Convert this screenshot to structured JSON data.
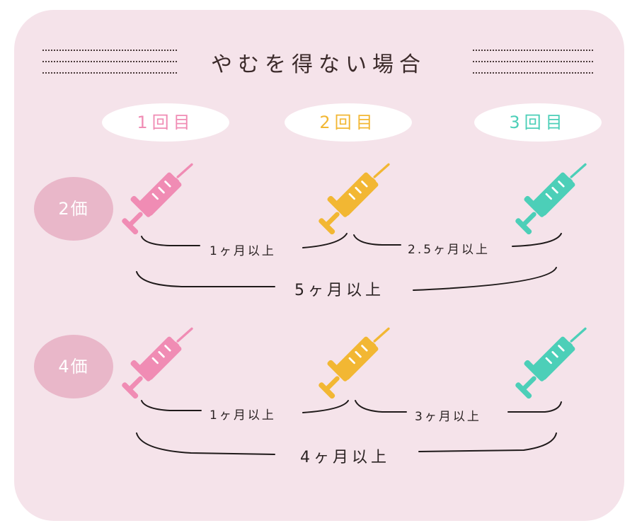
{
  "title": "やむを得ない場合",
  "doses": [
    "1回目",
    "2回目",
    "3回目"
  ],
  "rows": [
    {
      "badge": "2価",
      "gap1": "1ヶ月以上",
      "gap2": "2.5ヶ月以上",
      "total": "5ヶ月以上"
    },
    {
      "badge": "4価",
      "gap1": "1ヶ月以上",
      "gap2": "3ヶ月以上",
      "total": "4ヶ月以上"
    }
  ],
  "colors": {
    "dose1": "#f08cb4",
    "dose2": "#f2b733",
    "dose3": "#4ccfb8",
    "badge": "#e9b7c9",
    "background": "#f5e3ea"
  },
  "icons": {
    "dose1": "syringe-icon",
    "dose2": "syringe-icon",
    "dose3": "syringe-icon"
  }
}
